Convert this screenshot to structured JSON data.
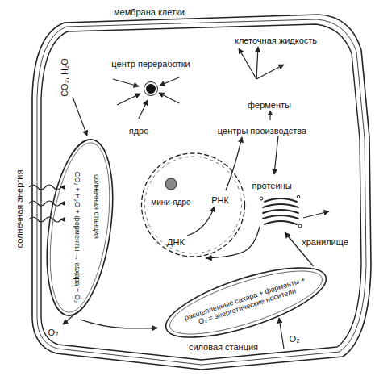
{
  "diagram": {
    "nodes": [
      {
        "text": [
          "мембрана клетки"
        ]
      },
      {
        "text": [
          "центр переработки"
        ],
        "in": 0
      },
      {
        "text": [
          "ядро"
        ],
        "in": 0
      },
      {
        "text": [
          "мини-ядро"
        ],
        "in": 2
      },
      {
        "text": [
          "CO₂ + H₂O + ферменты → сахара + O₂",
          "солнечная станция"
        ],
        "in": 0
      },
      {
        "text": [
          "хранилище"
        ],
        "in": 0
      },
      {
        "text": [
          "расщепленные сахара + ферменты + O₂ = энергетические носители",
          "силовая станция"
        ],
        "in": 0
      }
    ],
    "edges": [
      {
        "from": 4,
        "to": 6,
        "arrow": "to"
      },
      {
        "from": 6,
        "to": 5,
        "arrow": "to"
      },
      {
        "from": 5,
        "to": 2,
        "arrow": "to"
      }
    ],
    "labels": [
      "клеточная жидкость",
      "ферменты",
      "центры производства",
      "РНК",
      "ДНК",
      "протеины",
      "CO₂, H₂O",
      "солнечная энергия",
      "O₂",
      "O₂"
    ]
  }
}
